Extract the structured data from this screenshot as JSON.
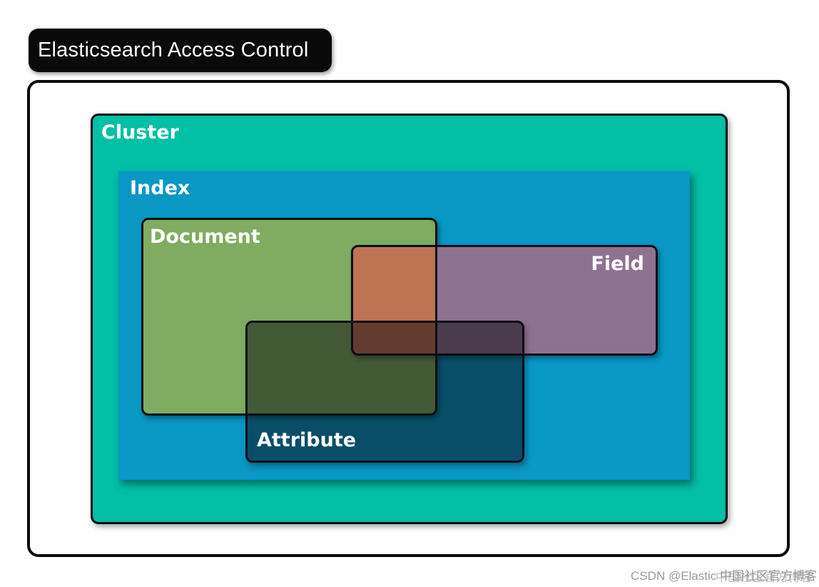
{
  "title": "Elasticsearch Access Control",
  "diagram": {
    "cluster": {
      "label": "Cluster",
      "color": "#03bfa5"
    },
    "index": {
      "label": "Index",
      "color": "#0997c4"
    },
    "document": {
      "label": "Document",
      "color": "#7fac61"
    },
    "field": {
      "label": "Field",
      "color": "#8f7290",
      "overlap_with_document_color": "#be7352"
    },
    "attribute": {
      "label": "Attribute",
      "color": "rgba(8,6,12,0.5)"
    },
    "border_color": "#0d0d15"
  },
  "watermark": {
    "text": "CSDN @Elastic 中国社区官方博客",
    "overlay_text": "中国社区官方博客"
  }
}
